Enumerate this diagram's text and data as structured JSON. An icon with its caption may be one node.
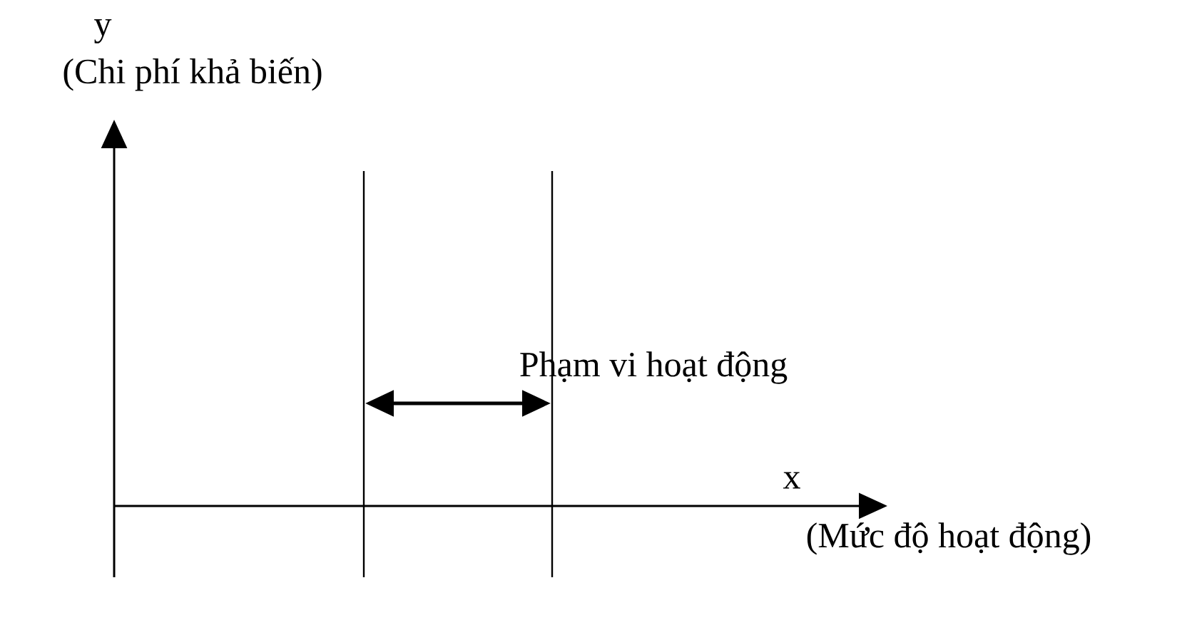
{
  "diagram": {
    "labels": [
      "y",
      "(Chi phí khả biến)",
      "Phạm vi hoạt động",
      "x",
      "(Mức độ hoạt động)"
    ]
  }
}
